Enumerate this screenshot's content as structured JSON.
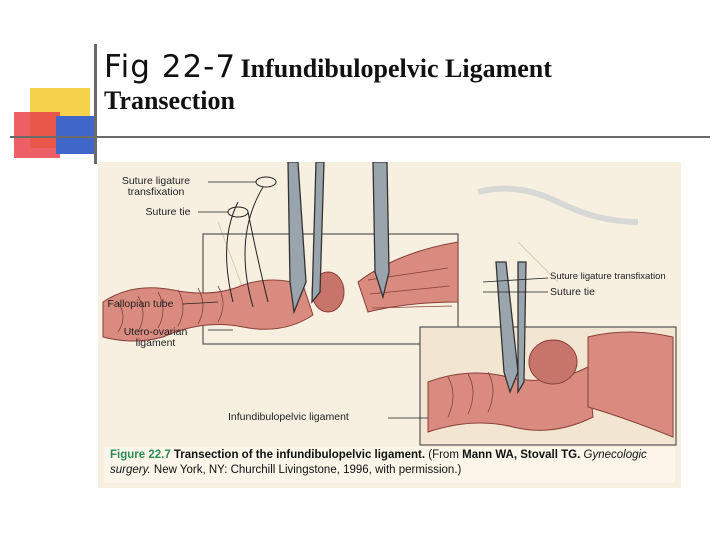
{
  "slide": {
    "title_prefix": "Fig 22-7",
    "title_line1": "Infundibulopelvic Ligament",
    "title_line2": "Transection"
  },
  "figure_labels": {
    "suture_ligature_left": "Suture ligature transfixation",
    "suture_tie_left": "Suture tie",
    "fallopian_tube": "Fallopian tube",
    "utero_ovarian": "Utero-ovarian ligament",
    "suture_ligature_right": "Suture ligature transfixation",
    "suture_tie_right": "Suture tie",
    "infundibulopelvic": "Infundibulopelvic ligament"
  },
  "caption": {
    "figure_number": "Figure 22.7",
    "title_text": "Transection of the infundibulopelvic ligament.",
    "from_text": "(From",
    "authors": "Mann WA, Stovall TG.",
    "book": "Gynecologic surgery.",
    "publisher": "New York, NY: Churchill Livingstone, 1996, with permission.)"
  },
  "colors": {
    "yellow": "#f6d24a",
    "red": "#e8434a",
    "blue": "#3f66c8",
    "tissue": "#d88b7e",
    "caption_green": "#2e8b57"
  }
}
